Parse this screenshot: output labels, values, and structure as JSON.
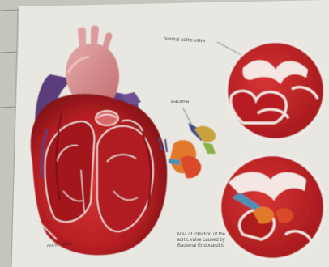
{
  "image": {
    "subject": "heart-illustration",
    "colors": {
      "background": "#e9e7e1",
      "heart": "#c8262b",
      "heart_dark": "#8f1418",
      "aorta": "#d2898b",
      "vein": "#5a3d7a",
      "magnified_tissue": "#c01f22",
      "bacteria_orange": "#e07a2a"
    }
  },
  "labels": {
    "normal_valve": "Normal aortic valve",
    "bacteria": "Bacteria",
    "aortic_valve": "Aortic valve",
    "infection_area": "Area of infection of the aortic valve caused by Bacterial Endocarditis"
  }
}
